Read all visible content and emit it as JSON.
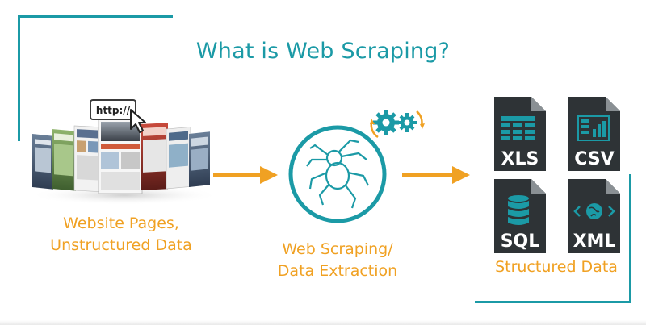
{
  "title": "What is Web Scraping?",
  "url_bubble": "http://",
  "source": {
    "caption_line1": "Website Pages,",
    "caption_line2": "Unstructured Data"
  },
  "process": {
    "caption_line1": "Web Scraping/",
    "caption_line2": "Data Extraction"
  },
  "output": {
    "caption": "Structured Data",
    "formats": [
      {
        "label": "XLS",
        "icon": "spreadsheet-icon"
      },
      {
        "label": "CSV",
        "icon": "chart-table-icon"
      },
      {
        "label": "SQL",
        "icon": "database-icon"
      },
      {
        "label": "XML",
        "icon": "globe-code-icon"
      }
    ]
  },
  "colors": {
    "teal": "#1b9aa6",
    "orange": "#f0a123",
    "doc_dark": "#2e3336"
  }
}
